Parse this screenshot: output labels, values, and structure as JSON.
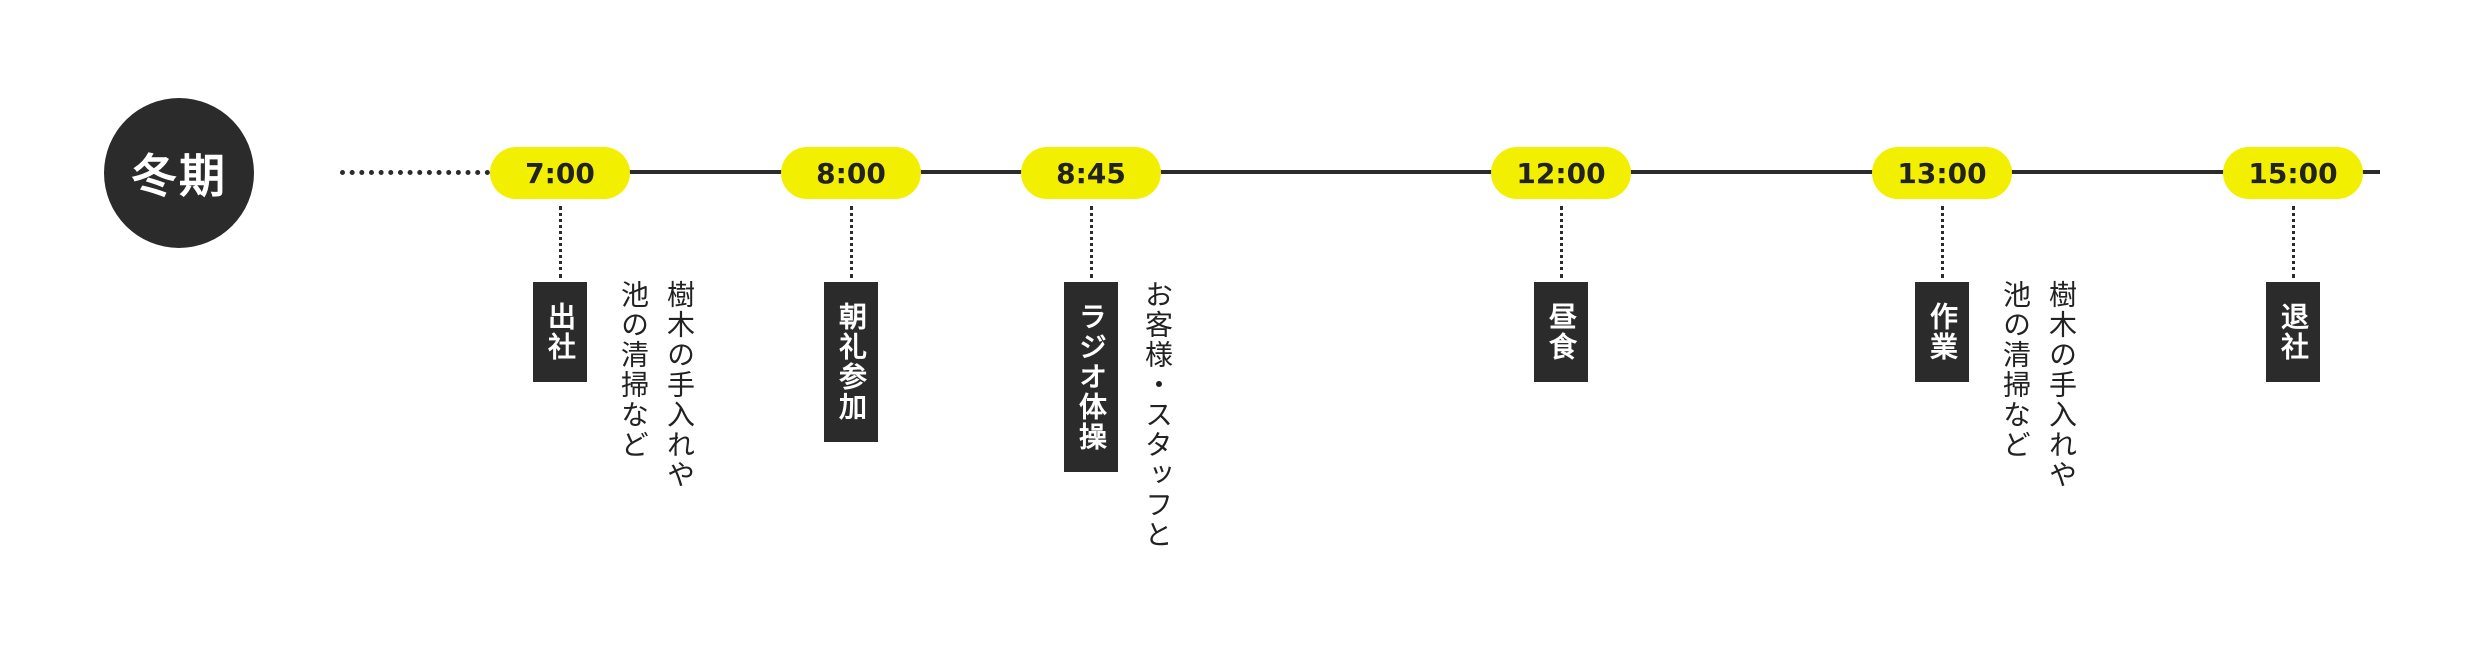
{
  "season": "冬期",
  "schedule": [
    {
      "time": "7:00",
      "event": "出社",
      "note": "樹木の手入れや\n池の清掃など"
    },
    {
      "time": "8:00",
      "event": "朝礼参加",
      "note": ""
    },
    {
      "time": "8:45",
      "event": "ラジオ体操",
      "note": "お客様・スタッフと"
    },
    {
      "time": "12:00",
      "event": "昼食",
      "note": ""
    },
    {
      "time": "13:00",
      "event": "作業",
      "note": "樹木の手入れや\n池の清掃など"
    },
    {
      "time": "15:00",
      "event": "退社",
      "note": ""
    }
  ],
  "colors": {
    "dark": "#2b2b2b",
    "accent": "#f2ef00"
  }
}
